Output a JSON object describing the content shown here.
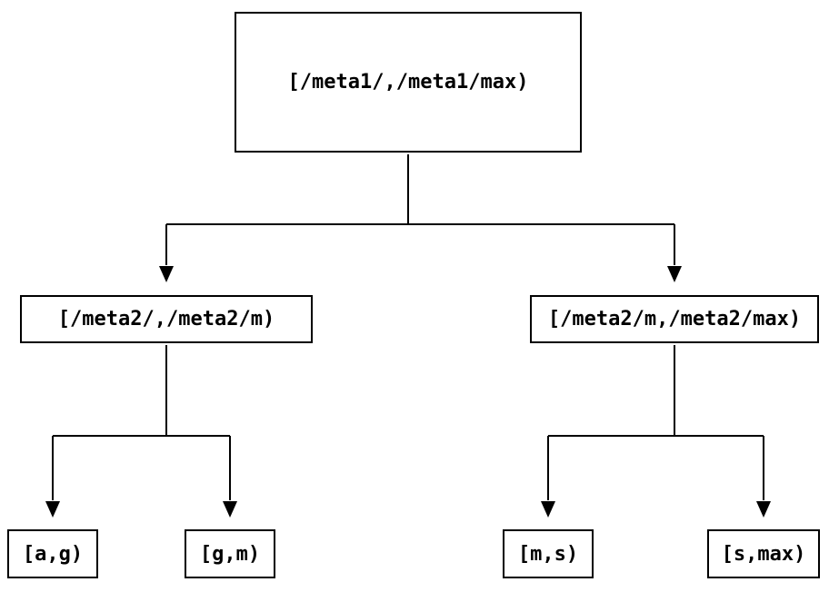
{
  "diagram": {
    "type": "tree",
    "nodes": {
      "root": {
        "label": "[/meta1/,/meta1/max)"
      },
      "left_child": {
        "label": "[/meta2/,/meta2/m)"
      },
      "right_child": {
        "label": "[/meta2/m,/meta2/max)"
      },
      "leaf_ag": {
        "label": "[a,g)"
      },
      "leaf_gm": {
        "label": "[g,m)"
      },
      "leaf_ms": {
        "label": "[m,s)"
      },
      "leaf_smax": {
        "label": "[s,max)"
      }
    },
    "edges": [
      {
        "from": "root",
        "to": "left_child"
      },
      {
        "from": "root",
        "to": "right_child"
      },
      {
        "from": "left_child",
        "to": "leaf_ag"
      },
      {
        "from": "left_child",
        "to": "leaf_gm"
      },
      {
        "from": "right_child",
        "to": "leaf_ms"
      },
      {
        "from": "right_child",
        "to": "leaf_smax"
      }
    ]
  },
  "colors": {
    "background": "#ffffff",
    "line": "#000000",
    "box_border": "#000000",
    "text": "#000000"
  }
}
